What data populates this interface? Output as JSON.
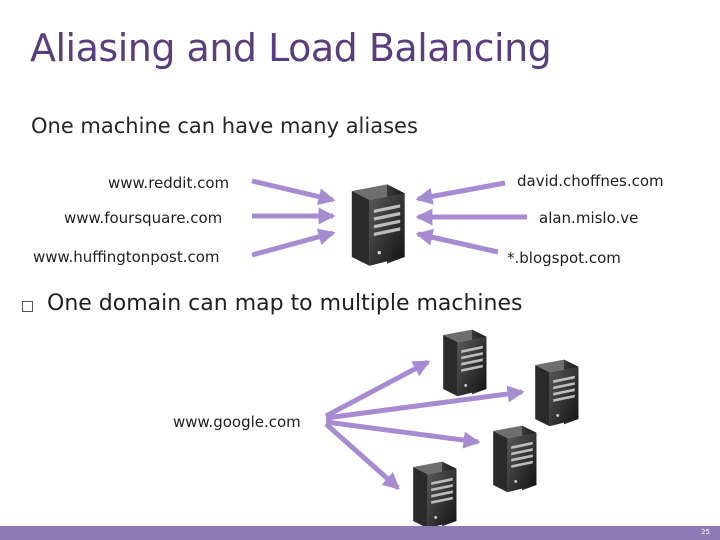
{
  "slide": {
    "title": "Aliasing and Load Balancing",
    "subtitle": "One machine can have many aliases",
    "bullet": "One domain can map to multiple machines",
    "slide_number": "25"
  },
  "aliases_left": [
    "www.reddit.com",
    "www.foursquare.com",
    "www.huffingtonpost.com"
  ],
  "aliases_right": [
    "david.choffnes.com",
    "alan.mislo.ve",
    "*.blogspot.com"
  ],
  "load_balance": {
    "domain": "www.google.com"
  },
  "colors": {
    "title": "#5a3d7c",
    "arrow": "#a78bd1",
    "footer": "#8e7ab5"
  },
  "icons": {
    "server": "server-tower-icon"
  }
}
